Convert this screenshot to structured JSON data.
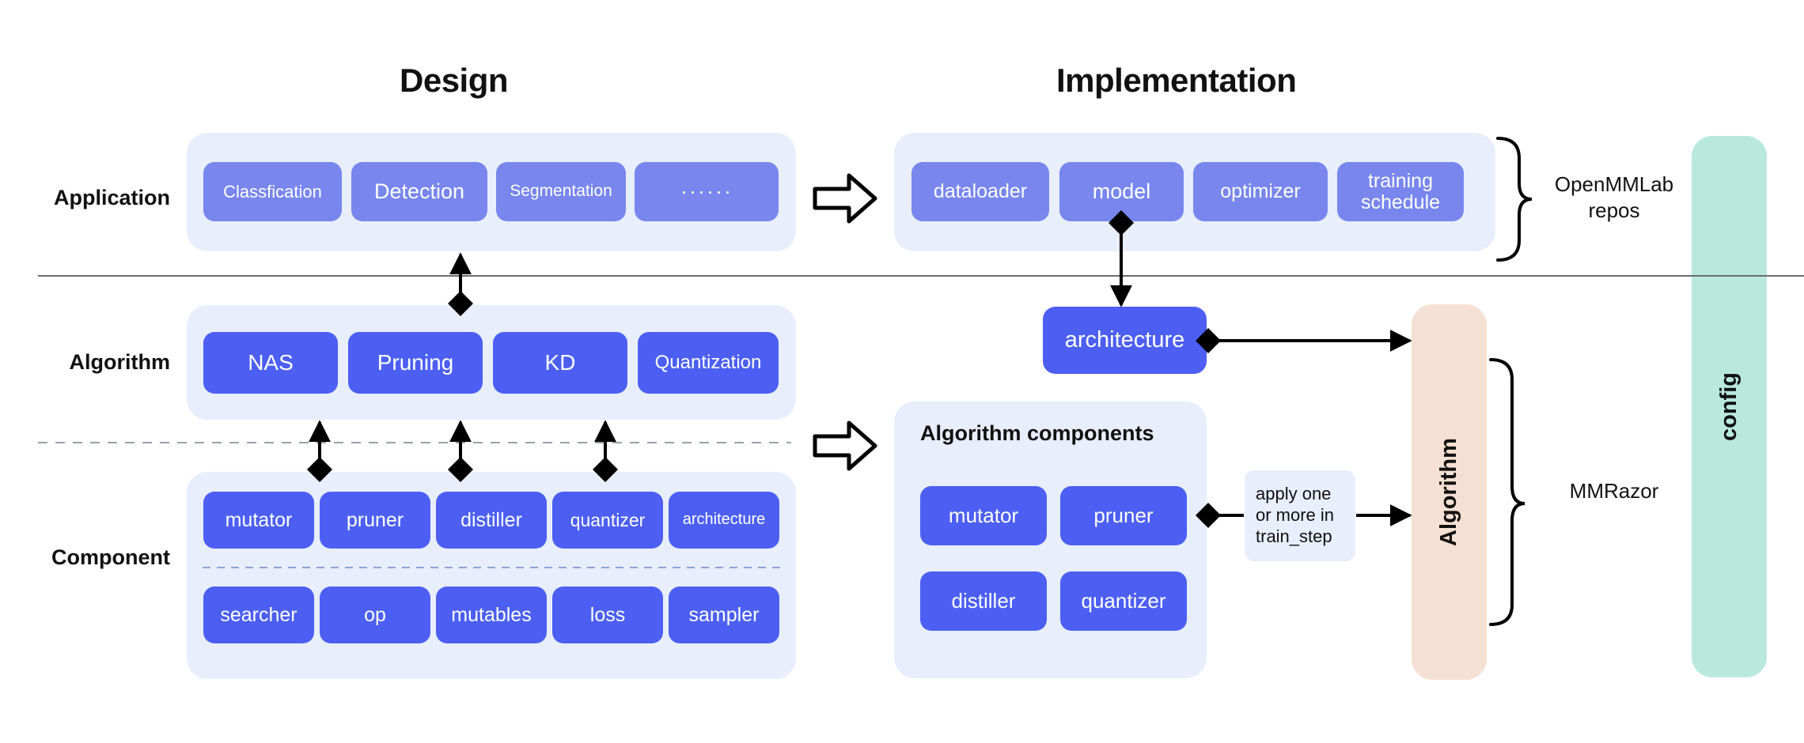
{
  "diagram": {
    "titles": {
      "design": "Design",
      "implementation": "Implementation"
    },
    "row_labels": {
      "application": "Application",
      "algorithm": "Algorithm",
      "component": "Component"
    },
    "design": {
      "application": [
        "Classfication",
        "Detection",
        "Segmentation",
        "······"
      ],
      "algorithm": [
        "NAS",
        "Pruning",
        "KD",
        "Quantization"
      ],
      "component_row1": [
        "mutator",
        "pruner",
        "distiller",
        "quantizer",
        "architecture"
      ],
      "component_row2": [
        "searcher",
        "op",
        "mutables",
        "loss",
        "sampler"
      ]
    },
    "implementation": {
      "application": [
        "dataloader",
        "model",
        "optimizer",
        "training\nschedule"
      ],
      "architecture": "architecture",
      "algorithm_components_heading": "Algorithm components",
      "algorithm_components": [
        "mutator",
        "pruner",
        "distiller",
        "quantizer"
      ],
      "note": "apply one\nor more in\ntrain_step",
      "algorithm_bar": "Algorithm",
      "config_bar": "config"
    },
    "brackets": {
      "openmmlab": "OpenMMLab\nrepos",
      "mmrazor": "MMRazor"
    },
    "colors": {
      "chip_soft_blue": "#7886ee",
      "chip_vivid_blue": "#4c5ff2",
      "panel_bg": "#e8eefb",
      "algorithm_bar_bg": "#f5e1d3",
      "config_bar_bg": "#b9e9dc",
      "text_dark": "#111111",
      "line": "#000000",
      "divider": "#6b6b6b"
    }
  }
}
